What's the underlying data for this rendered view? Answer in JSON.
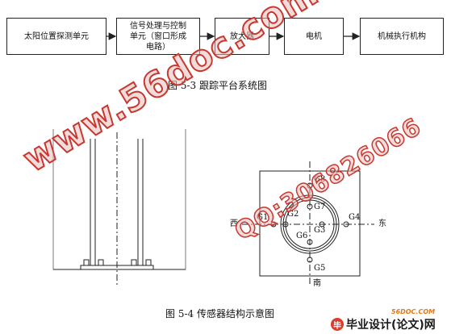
{
  "diagram1": {
    "boxes": [
      {
        "line1": "太阳位置探测单元",
        "line2": "",
        "line3": ""
      },
      {
        "line1": "信号处理与控制",
        "line2": "单元（窗口形成",
        "line3": "电路）"
      },
      {
        "line1": "放大器",
        "line2": "",
        "line3": ""
      },
      {
        "line1": "电机",
        "line2": "",
        "line3": ""
      },
      {
        "line1": "机械执行机构",
        "line2": "",
        "line3": ""
      }
    ],
    "caption": "图 5-3 跟踪平台系统图"
  },
  "diagram2": {
    "caption": "图 5-4 传感器结构示意图",
    "sensor_labels": {
      "g1": "G1",
      "g2": "G2",
      "g3": "G3",
      "g4": "G4",
      "g5": "G5",
      "g6": "G6",
      "g7": "G7",
      "g8": "G8"
    },
    "directions": {
      "west": "西",
      "east": "东",
      "south": "南"
    }
  },
  "watermark": {
    "url": "www.56doc.com",
    "qq": "QQ:306826066"
  },
  "logo": {
    "small": "56DOC.COM",
    "main": "毕业设计(论文)网",
    "badge": "毕"
  }
}
